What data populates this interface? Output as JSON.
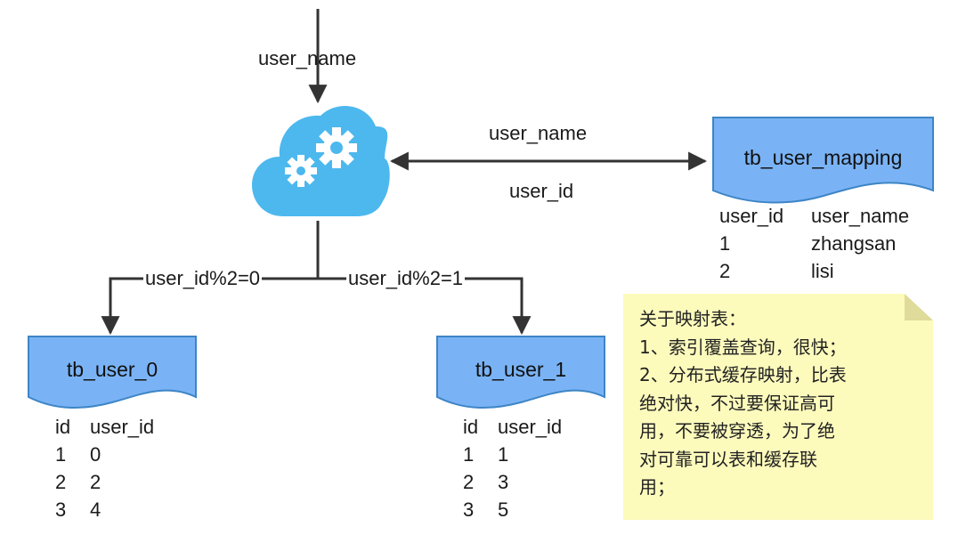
{
  "diagram": {
    "input_label": "user_name",
    "mapping_link": {
      "top_label": "user_name",
      "bottom_label": "user_id"
    },
    "branch_left_label": "user_id%2=0",
    "branch_right_label": "user_id%2=1",
    "colors": {
      "document_fill": "#7ab3f5",
      "document_stroke": "#3d85c6",
      "cloud_fill": "#4db8ee",
      "note_fill": "#fdfbbc",
      "note_fold": "#dedb9b",
      "line": "#333333"
    },
    "mapping_table": {
      "name": "tb_user_mapping",
      "columns": [
        "user_id",
        "user_name"
      ],
      "rows": [
        [
          "1",
          "zhangsan"
        ],
        [
          "2",
          "lisi"
        ]
      ]
    },
    "table0": {
      "name": "tb_user_0",
      "columns": [
        "id",
        "user_id"
      ],
      "rows": [
        [
          "1",
          "0"
        ],
        [
          "2",
          "2"
        ],
        [
          "3",
          "4"
        ]
      ]
    },
    "table1": {
      "name": "tb_user_1",
      "columns": [
        "id",
        "user_id"
      ],
      "rows": [
        [
          "1",
          "1"
        ],
        [
          "2",
          "3"
        ],
        [
          "3",
          "5"
        ]
      ]
    },
    "note": {
      "text": "关于映射表：\n1、索引覆盖查询，很快；\n2、分布式缓存映射，比表\n绝对快，不过要保证高可\n用，不要被穿透，为了绝\n对可靠可以表和缓存联\n用；"
    },
    "icons": [
      "cloud-gears-icon"
    ]
  }
}
